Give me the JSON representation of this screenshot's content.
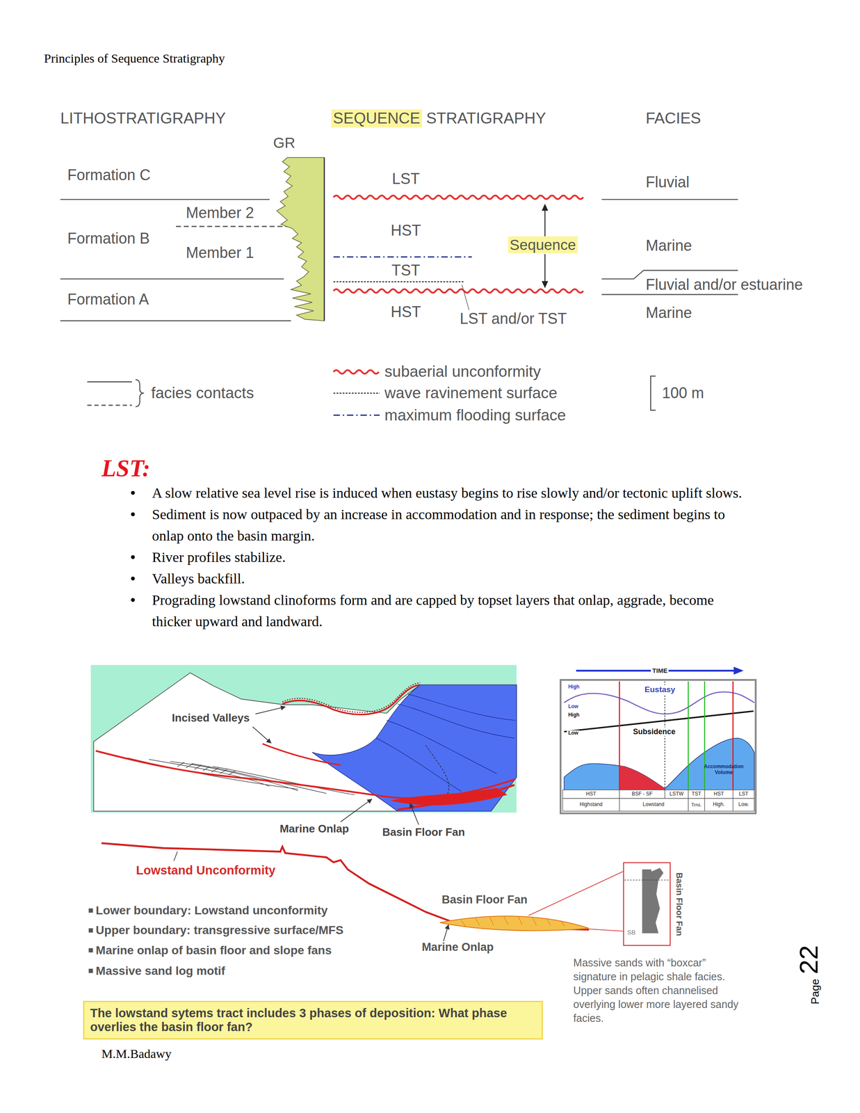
{
  "diagram": {
    "nodes": [
      {
        "text": [
          "SEQUENCE"
        ]
      },
      {
        "text": [
          "Sequence"
        ]
      },
      {
        "text": [
          "SB",
          "Basin Floor Fan"
        ]
      },
      {
        "text": [
          "The lowstand sytems tract includes 3 phases of deposition: What phase overlies the basin floor fan?"
        ]
      }
    ],
    "labels": [
      "Principles of Sequence Stratigraphy",
      "LITHOSTRATIGRAPHY",
      "STRATIGRAPHY",
      "FACIES",
      "GR",
      "Formation C",
      "Member 2",
      "Formation B",
      "Member 1",
      "Formation A",
      "LST",
      "HST",
      "TST",
      "HST",
      "LST and/or TST",
      "Fluvial",
      "Marine",
      "Fluvial and/or estuarine",
      "Marine",
      "100 m",
      "LST:",
      "A slow relative sea level rise is induced when eustasy begins to rise slowly and/or tectonic uplift slows.",
      "Sediment is now outpaced by an increase in accommodation and in response; the sediment begins to onlap onto the basin margin.",
      "River profiles stabilize.",
      "Valleys backfill.",
      "Prograding lowstand clinoforms form and are capped by topset layers that onlap, aggrade, become thicker upward and landward.",
      "Incised Valleys",
      "Marine Onlap",
      "Basin Floor Fan",
      "TIME",
      "High",
      "Low",
      "High",
      "Low",
      "Eustasy",
      "Subsidence",
      "Accommodation Volume",
      "HST",
      "BSF - SF",
      "LSTW",
      "TST",
      "HST",
      "LST",
      "Highstand",
      "Lowstand",
      "Trns.",
      "High.",
      "Low.",
      "Lowstand Unconformity",
      "Basin Floor Fan",
      "Marine Onlap",
      "Lower boundary: Lowstand unconformity",
      "Upper boundary: transgressive surface/MFS",
      "Marine onlap of basin floor and slope fans",
      "Massive sand log motif",
      "Massive sands with “boxcar” signature in pelagic shale facies. Upper sands often channelised overlying lower more layered sandy facies.",
      "Page",
      "22",
      "M.M.Badawy"
    ],
    "legend": [
      {
        "text": "facies contacts"
      },
      {
        "text": "subaerial unconformity"
      },
      {
        "text": "wave ravinement surface"
      },
      {
        "text": "maximum flooding surface"
      }
    ]
  }
}
